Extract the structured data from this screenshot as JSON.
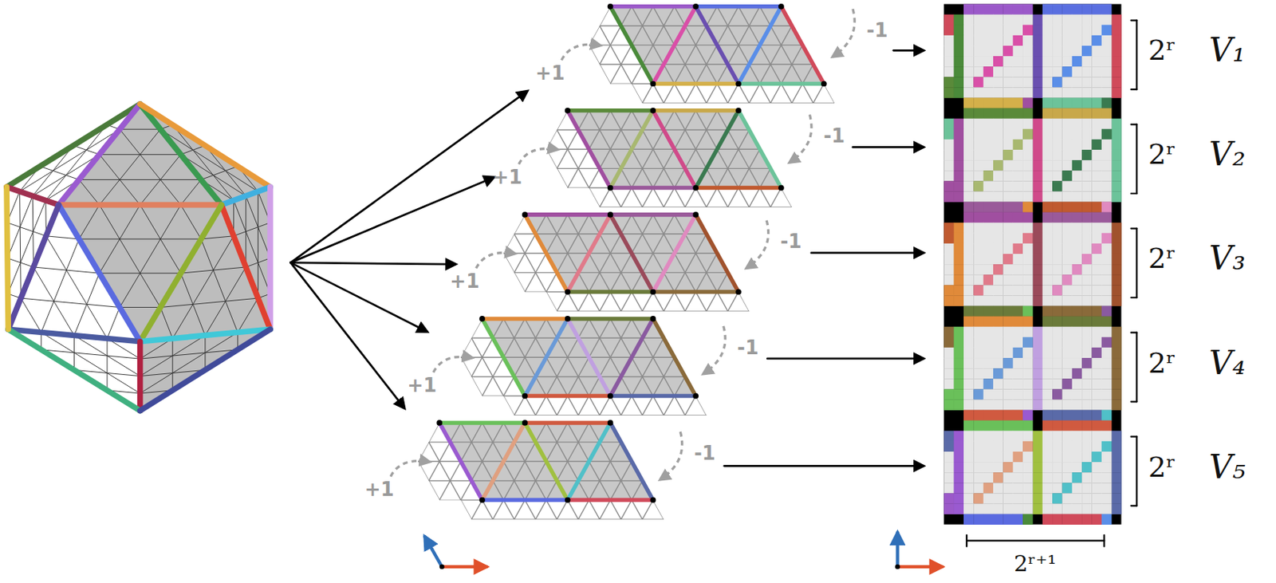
{
  "diagram": {
    "labels": [
      "+1",
      "-1",
      "2ʳ",
      "V₁",
      "+1",
      "-1",
      "2ʳ",
      "V₂",
      "+1",
      "-1",
      "2ʳ",
      "V₃",
      "+1",
      "-1",
      "2ʳ",
      "V₄",
      "+1",
      "-1",
      "2ʳ",
      "V₅",
      "2ʳ⁺¹"
    ]
  }
}
